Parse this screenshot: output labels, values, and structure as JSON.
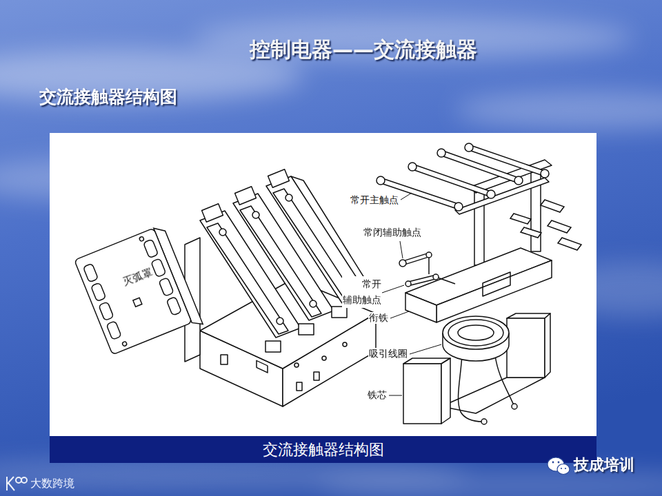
{
  "diagram": {
    "title": "控制电器——交流接触器",
    "caption": "交流接触器结构图",
    "labels": [
      "交流接触器结构图",
      "灭弧罩",
      "常开主触点",
      "常闭辅助触点",
      "常开 辅助触点",
      "衔铁",
      "吸引线圈",
      "铁芯",
      "技成培训",
      "大数跨境"
    ]
  }
}
